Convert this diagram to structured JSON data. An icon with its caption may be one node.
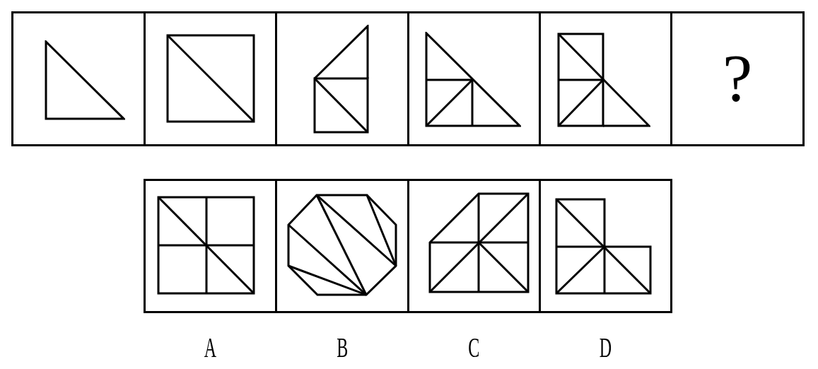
{
  "diagram": {
    "nodes": [
      {
        "text": [],
        "shape": "box"
      },
      {
        "text": [],
        "shape": "triangle",
        "in": 0
      },
      {
        "text": [],
        "shape": "box"
      },
      {
        "text": [],
        "shape": "square",
        "in": 2
      },
      {
        "text": [],
        "shape": "box"
      },
      {
        "text": [],
        "shape": "polygon",
        "in": 4
      },
      {
        "text": [],
        "shape": "box"
      },
      {
        "text": [],
        "shape": "triangle",
        "in": 6
      },
      {
        "text": [],
        "shape": "box"
      },
      {
        "text": [],
        "shape": "polygon",
        "in": 8
      },
      {
        "text": [
          "?"
        ]
      },
      {
        "text": [],
        "shape": "box",
        "beside": [
          "A"
        ]
      },
      {
        "text": [],
        "shape": "square",
        "in": 11
      },
      {
        "text": [],
        "shape": "box",
        "beside": [
          "B"
        ]
      },
      {
        "text": [],
        "shape": "octagon",
        "in": 13
      },
      {
        "text": [],
        "shape": "box",
        "beside": [
          "C"
        ]
      },
      {
        "text": [],
        "shape": "polygon",
        "in": 15
      },
      {
        "text": [],
        "shape": "box",
        "beside": [
          "D"
        ]
      },
      {
        "text": [],
        "shape": "polygon",
        "in": 17
      }
    ],
    "edges": []
  }
}
